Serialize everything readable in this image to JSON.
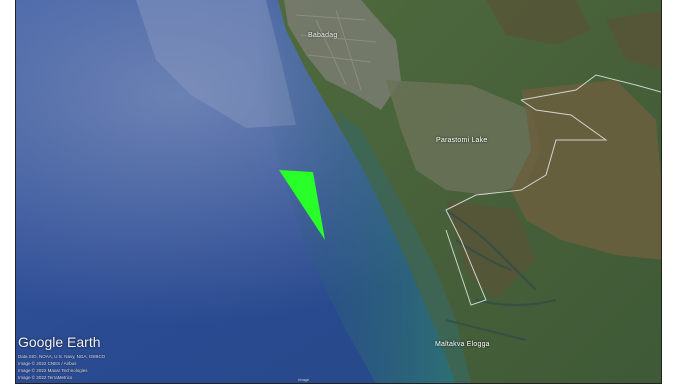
{
  "map": {
    "labels": {
      "city": "Babadag",
      "lake": "Parastomi Lake",
      "place": "Maltakva Elogga"
    },
    "logo": {
      "google": "Google",
      "earth": "Earth"
    },
    "attribution": [
      "Data SIO, NOAA, U.S. Navy, NGA, GEBCO",
      "Image © 2022 CNES / Airbus",
      "Image © 2022 Maxar Technologies",
      "Image © 2022 TerraMetrics"
    ],
    "scale_text": "Image",
    "colors": {
      "sea_deep": "#2a4a93",
      "sea_shallow": "#2b6a72",
      "land": "#4a5f3c",
      "lake": "#6b7558",
      "marker": "#29ff29",
      "boundary": "#e6e6e6"
    },
    "marker_icon": "green-triangle-marker"
  }
}
